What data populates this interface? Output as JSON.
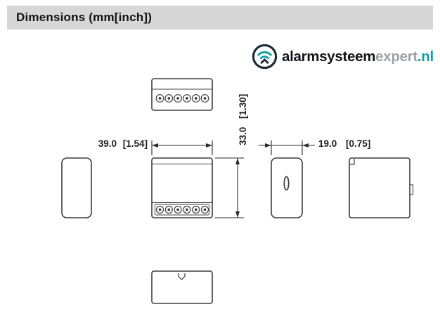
{
  "header": {
    "title": "Dimensions (mm[inch])"
  },
  "logo": {
    "icon": "wifi-signal-icon",
    "brand_bold": "alarmsysteem",
    "brand_light": "expert",
    "brand_tld": ".nl",
    "colors": {
      "dark": "#1b2a33",
      "teal": "#11a0a6",
      "light_gray": "#9aa3a7"
    }
  },
  "dimensions": {
    "width_mm": "39.0",
    "width_inch": "[1.54]",
    "height_mm": "33.0",
    "height_inch": "[1.30]",
    "depth_mm": "19.0",
    "depth_inch": "[0.75]"
  },
  "drawing": {
    "line_color": "#3f3f3f",
    "header_bg": "#d7d7d7",
    "views": [
      "top",
      "left-side",
      "front",
      "right-side",
      "back",
      "bottom"
    ]
  }
}
